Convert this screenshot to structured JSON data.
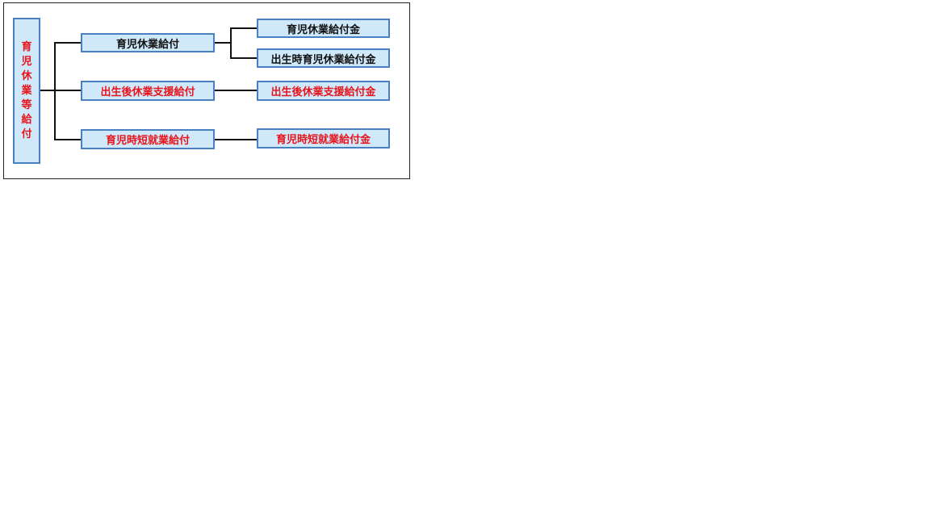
{
  "diagram": {
    "root": {
      "chars": [
        "育",
        "児",
        "休",
        "業",
        "等",
        "給",
        "付"
      ]
    },
    "branches": [
      {
        "label": "育児休業給付",
        "color": "#111111",
        "children": [
          {
            "label": "育児休業給付金",
            "color": "#111111"
          },
          {
            "label": "出生時育児休業給付金",
            "color": "#111111"
          }
        ]
      },
      {
        "label": "出生後休業支援給付",
        "color": "#e8141c",
        "children": [
          {
            "label": "出生後休業支援給付金",
            "color": "#e8141c"
          }
        ]
      },
      {
        "label": "育児時短就業給付",
        "color": "#e8141c",
        "children": [
          {
            "label": "育児時短就業給付金",
            "color": "#e8141c"
          }
        ]
      }
    ],
    "colors": {
      "box_fill": "#cfe9fb",
      "box_border": "#4a7fc0",
      "connector": "#111111",
      "highlight_text": "#e8141c"
    }
  }
}
